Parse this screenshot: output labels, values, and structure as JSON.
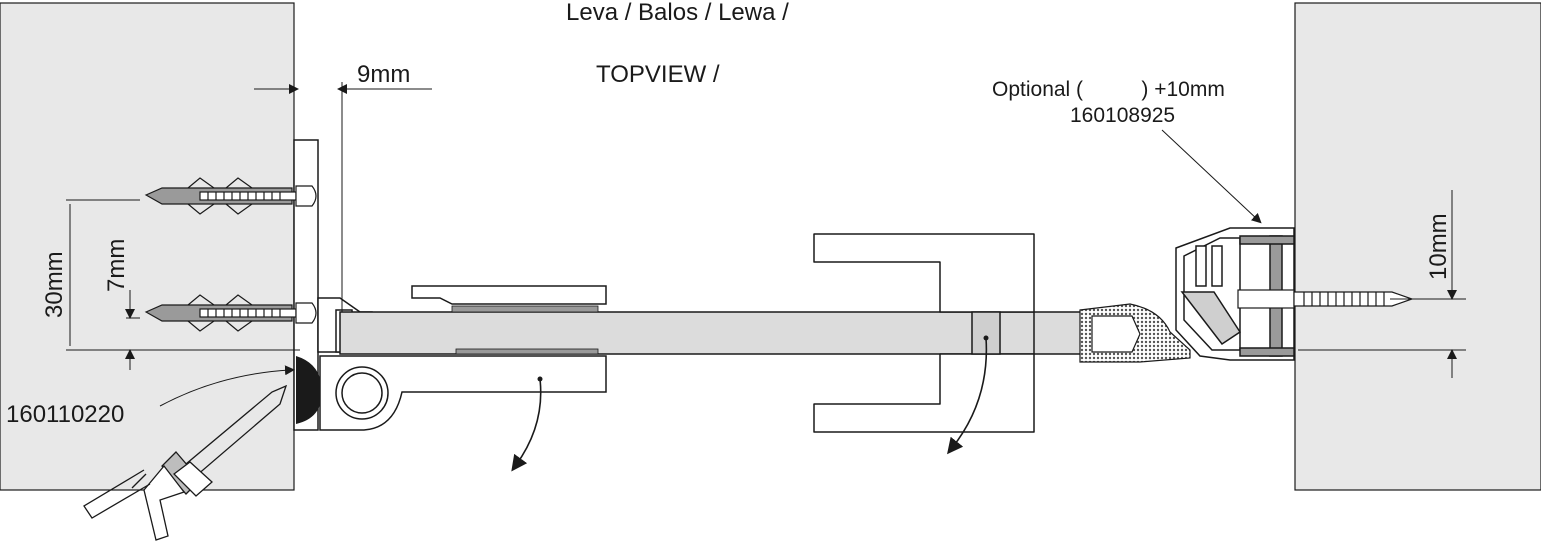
{
  "labels": {
    "header_line1": "Leva / Balos / Lewa /",
    "header_line2": "TOPVIEW /",
    "gap_dim": "9mm",
    "dim_30": "30mm",
    "dim_7": "7mm",
    "dim_10": "10mm",
    "part_sealant": "160110220",
    "optional_text": "Optional (          ) +10mm",
    "part_optional": "160108925"
  },
  "colors": {
    "wall": "#e8e8e8",
    "glass": "#dcdcdc",
    "seal": "#1a1a1a",
    "line": "#1a1a1a"
  }
}
